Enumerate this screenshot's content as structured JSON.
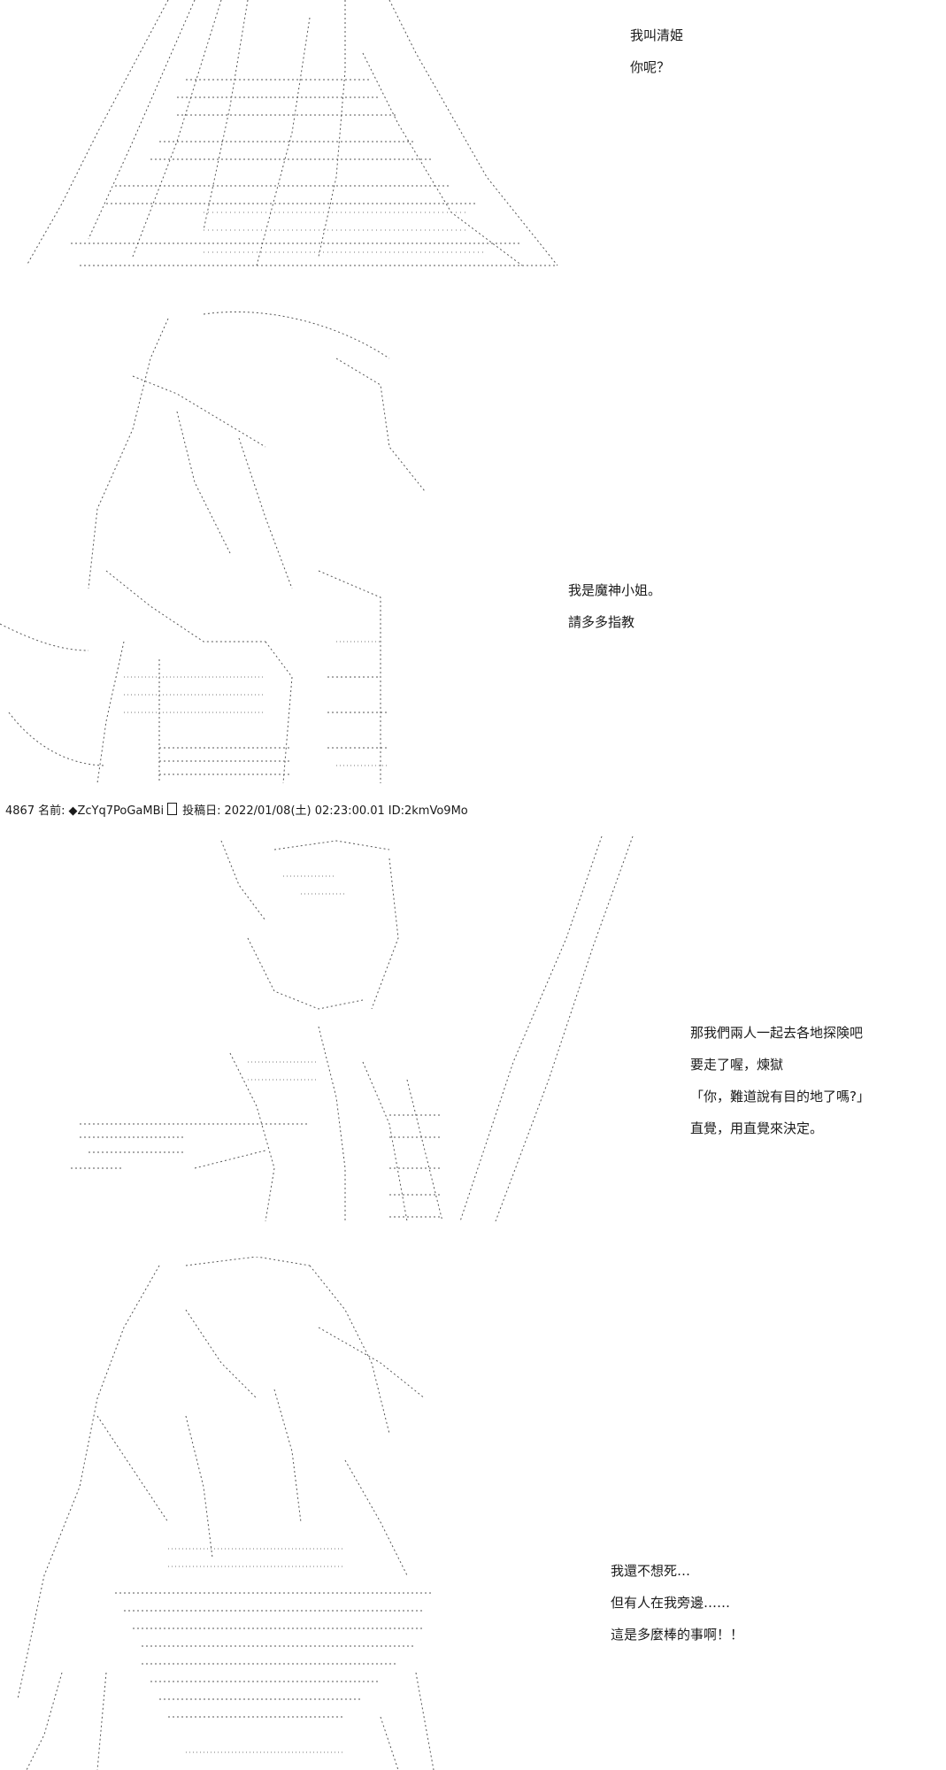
{
  "panels": [
    {
      "lines": [
        "我叫清姫",
        "你呢？"
      ]
    },
    {
      "lines": [
        "我是魔神小姐。",
        "請多多指教"
      ]
    },
    {
      "lines": [
        "那我們兩人一起去各地探険吧",
        "要走了喔，煉獄",
        "「你，難道說有目的地了嗎?」",
        "直覺，用直覺來決定。"
      ]
    },
    {
      "lines": [
        "我還不想死…",
        "但有人在我旁邊……",
        "這是多麼棒的事啊！！"
      ]
    }
  ],
  "post": {
    "number": "4867",
    "name_label": "名前:",
    "name_value": "◆ZcYq7PoGaMBi",
    "date_label": "投稿日:",
    "date_value": "2022/01/08(土) 02:23:00.01",
    "id_value": "ID:2kmVo9Mo"
  },
  "art": {
    "art1": [
      "ASCII art: robed figure (Kiyohime)"
    ],
    "art2": [
      "ASCII art: horned girl with tail (Majin-san)"
    ],
    "art3": [
      "ASCII art: figure extending a hand, diagonal lines"
    ],
    "art4": [
      "ASCII art: figure with cape, armored lower body"
    ]
  }
}
